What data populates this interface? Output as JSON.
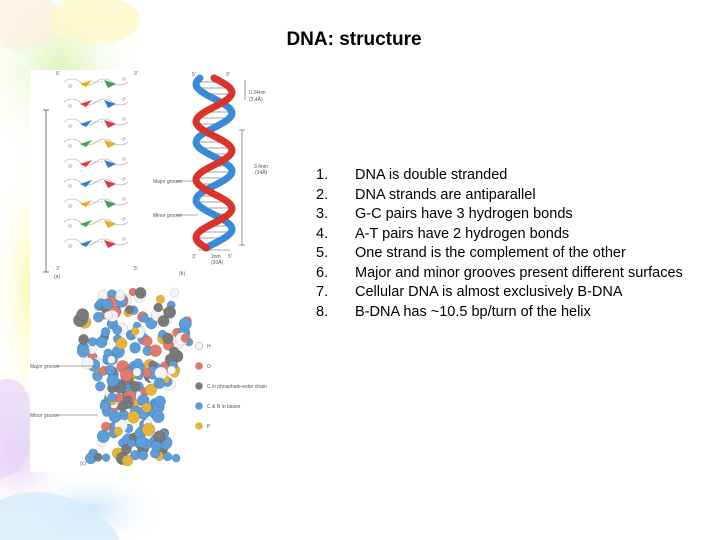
{
  "slide": {
    "title": "DNA: structure",
    "points": [
      {
        "num": "1.",
        "text": "DNA is double stranded"
      },
      {
        "num": "2.",
        "text": "DNA strands are antiparallel"
      },
      {
        "num": "3.",
        "text": "G-C pairs have 3 hydrogen bonds"
      },
      {
        "num": "4.",
        "text": "A-T pairs have 2 hydrogen bonds"
      },
      {
        "num": "5.",
        "text": "One strand is the complement of the other"
      },
      {
        "num": "6.",
        "text": "Major and minor grooves present different surfaces"
      },
      {
        "num": "7.",
        "text": "Cellular DNA is almost exclusively B-DNA"
      },
      {
        "num": "8.",
        "text": "B-DNA has ~10.5 bp/turn of the helix"
      }
    ]
  },
  "figure": {
    "panel_a": {
      "label": "(a)",
      "end_top_left": "5'",
      "end_top_right": "3'",
      "end_bottom_left": "3'",
      "end_bottom_right": "5'"
    },
    "panel_b": {
      "label": "(b)",
      "end_top_left": "5'",
      "end_top_right": "3'",
      "end_bottom_left": "3'",
      "end_bottom_right": "5'",
      "rise_label_1": "0.34nm",
      "rise_label_2": "(3.4Å)",
      "pitch_label_1": "3.4nm",
      "pitch_label_2": "(34Å)",
      "width_label_1": "2nm",
      "width_label_2": "(20Å)",
      "major_groove": "Major groove",
      "minor_groove": "Minor groove"
    },
    "panel_c": {
      "label": "(c)",
      "major_groove": "Major groove",
      "minor_groove": "Minor groove",
      "legend": [
        "H",
        "O",
        "C in phosphate-ester chain",
        "C & N in bases",
        "P"
      ]
    }
  },
  "colors": {
    "guanine": "#2f7fd1",
    "cytosine": "#e23b3b",
    "adenine": "#f2a81c",
    "thymine": "#3aa84a",
    "strand_red": "#d9342b",
    "strand_blue": "#3a8ad8"
  }
}
